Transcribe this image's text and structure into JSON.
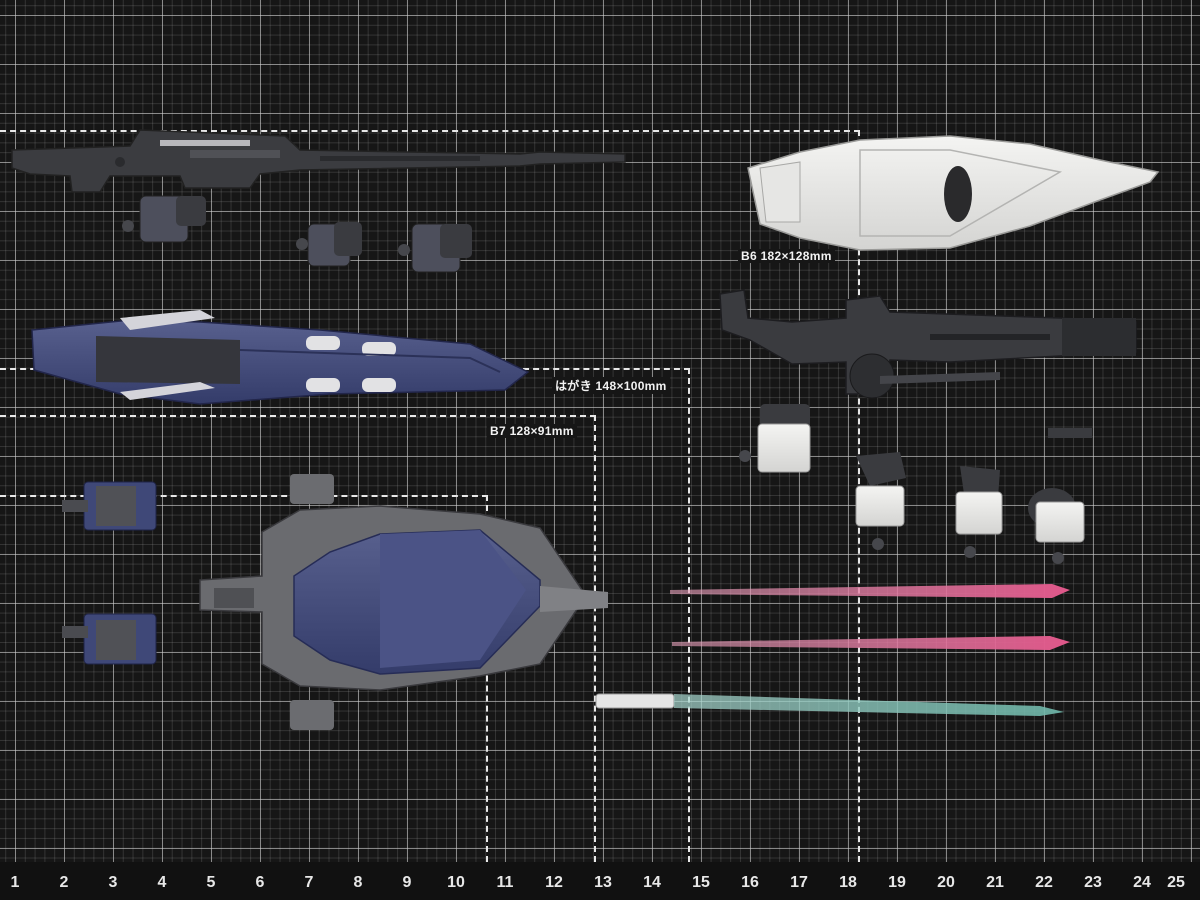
{
  "paper_sizes": [
    {
      "id": "b6",
      "label": "B6 182×128mm"
    },
    {
      "id": "hagaki",
      "label": "はがき 148×100mm"
    },
    {
      "id": "b7",
      "label": "B7 128×91mm"
    }
  ],
  "ruler": {
    "numbers": [
      "1",
      "2",
      "3",
      "4",
      "5",
      "6",
      "7",
      "8",
      "9",
      "10",
      "11",
      "12",
      "13",
      "14",
      "15",
      "16",
      "17",
      "18",
      "19",
      "20",
      "21",
      "22",
      "23",
      "24",
      "25"
    ]
  },
  "parts_icons": [
    "long-rifle-icon",
    "blue-shield-icon",
    "white-shield-icon",
    "gatling-gun-icon",
    "backpack-icon",
    "beam-saber-icon",
    "hand-part-icon",
    "thruster-icon"
  ],
  "colors": {
    "mat_background": "#161616",
    "grid_line": "#d2d2d2",
    "gunmetal": "#3a3b3e",
    "navy_blue": "#3c4578",
    "white_plastic": "#ebebe9",
    "pink_beam": "#e46d96",
    "teal_beam": "#8fcfc3"
  }
}
